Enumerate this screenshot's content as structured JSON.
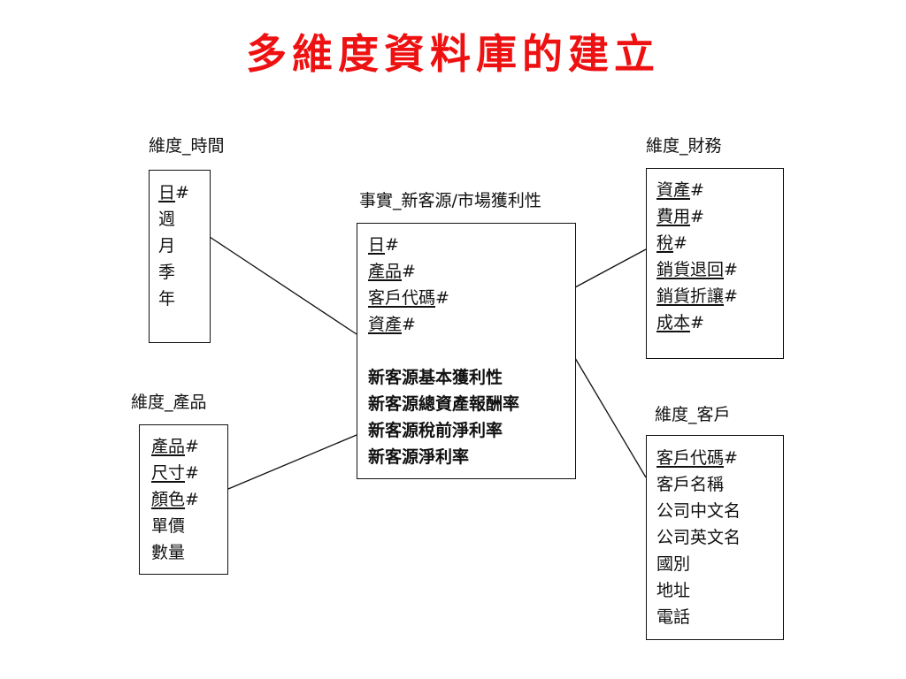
{
  "slide": {
    "title": "多維度資料庫的建立"
  },
  "dimensions": {
    "time": {
      "caption": "維度_時間",
      "fields": [
        {
          "name": "日",
          "suffix": "#"
        },
        {
          "name": "週",
          "suffix": ""
        },
        {
          "name": "月",
          "suffix": ""
        },
        {
          "name": "季",
          "suffix": ""
        },
        {
          "name": "年",
          "suffix": ""
        }
      ]
    },
    "product": {
      "caption": "維度_產品",
      "fields": [
        {
          "name": "產品",
          "suffix": "#"
        },
        {
          "name": "尺寸",
          "suffix": "#"
        },
        {
          "name": "顏色",
          "suffix": "#"
        },
        {
          "name": "單價",
          "suffix": ""
        },
        {
          "name": "數量",
          "suffix": ""
        }
      ]
    },
    "finance": {
      "caption": "維度_財務",
      "fields": [
        {
          "name": "資產",
          "suffix": "#"
        },
        {
          "name": "費用",
          "suffix": "#"
        },
        {
          "name": "稅",
          "suffix": "#"
        },
        {
          "name": "銷貨退回",
          "suffix": "#"
        },
        {
          "name": "銷貨折讓",
          "suffix": "#"
        },
        {
          "name": "成本",
          "suffix": "#"
        }
      ]
    },
    "customer": {
      "caption": "維度_客戶",
      "fields": [
        {
          "name": "客戶代碼",
          "suffix": "#"
        },
        {
          "name": "客戶名稱",
          "suffix": ""
        },
        {
          "name": "公司中文名",
          "suffix": ""
        },
        {
          "name": "公司英文名",
          "suffix": ""
        },
        {
          "name": "國別",
          "suffix": ""
        },
        {
          "name": "地址",
          "suffix": ""
        },
        {
          "name": "電話",
          "suffix": ""
        }
      ]
    }
  },
  "fact": {
    "caption": "事實_新客源/市場獲利性",
    "keys": [
      {
        "name": "日",
        "suffix": "#"
      },
      {
        "name": "產品",
        "suffix": "#"
      },
      {
        "name": "客戶代碼",
        "suffix": "#"
      },
      {
        "name": "資產",
        "suffix": "#"
      }
    ],
    "measures": [
      "新客源基本獲利性",
      "新客源總資產報酬率",
      "新客源稅前淨利率",
      "新客源淨利率"
    ]
  },
  "colors": {
    "title": "#ee1111",
    "line": "#111111"
  }
}
